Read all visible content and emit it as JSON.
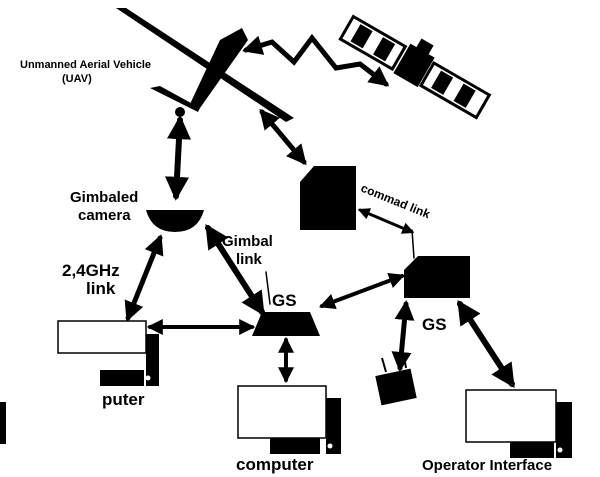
{
  "labels": {
    "uav_line1": "Unmanned Aerial Vehicle",
    "uav_line2": "(UAV)",
    "camera_line1": "Gimbaled",
    "camera_line2": "camera",
    "radio_line1": "2,4GHz",
    "radio_line2": "link",
    "gimbal_line1": "Gimbal",
    "gimbal_line2": "link",
    "gs_left": "GS",
    "gs_right": "GS",
    "command_link": "commad link",
    "computer_left": "puter",
    "computer_center": "computer",
    "operator_interface": "Operator Interface"
  },
  "colors": {
    "ink": "#000000",
    "paper": "#ffffff"
  }
}
